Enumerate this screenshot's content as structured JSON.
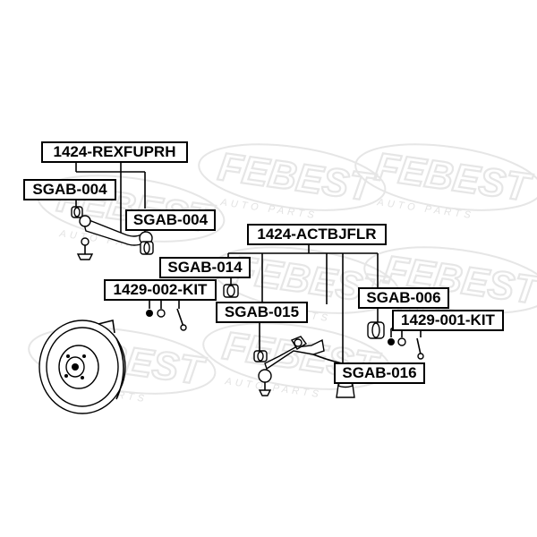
{
  "watermark": {
    "brand": "FEBEST",
    "subtitle": "AUTO PARTS"
  },
  "labels": {
    "assembly_upper": "1424-REXFUPRH",
    "bushing_left": "SGAB-004",
    "bushing_right": "SGAB-004",
    "assembly_lower": "1424-ACTBJFLR",
    "bushing_014": "SGAB-014",
    "kit_002": "1429-002-KIT",
    "bushing_015": "SGAB-015",
    "bushing_006": "SGAB-006",
    "kit_001": "1429-001-KIT",
    "bushing_016": "SGAB-016"
  }
}
